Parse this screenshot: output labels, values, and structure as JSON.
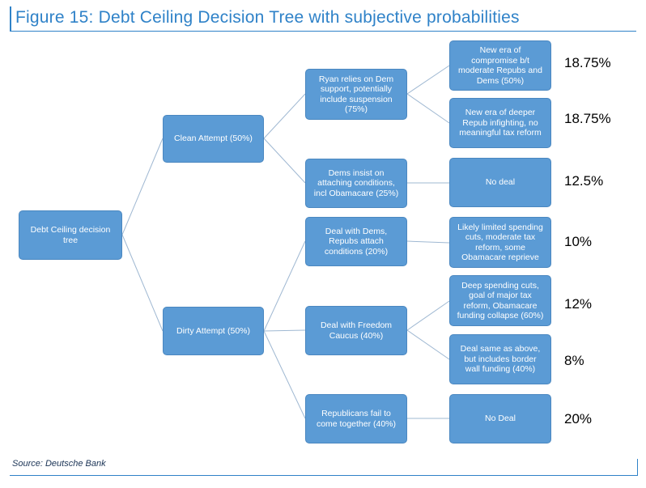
{
  "title": "Figure 15: Debt Ceiling Decision Tree with subjective probabilities",
  "source": "Source: Deutsche Bank",
  "colors": {
    "accent": "#2f82c8",
    "node_fill": "#5b9bd5",
    "node_text": "#ffffff",
    "connector": "#9fb8d2"
  },
  "nodes": {
    "root": "Debt Ceiling decision\ntree",
    "clean": "Clean Attempt (50%)",
    "dirty": "Dirty Attempt  (50%)",
    "ryan": "Ryan relies on Dem\nsupport, potentially\ninclude suspension\n(75%)",
    "dems_insist": "Dems insist on\nattaching conditions,\nincl Obamacare (25%)",
    "deal_dems": "Deal with Dems,\nRepubs attach\nconditions (20%)",
    "deal_freedom": "Deal with Freedom\nCaucus (40%)",
    "repubs_fail": "Republicans fail to\ncome together (40%)",
    "compromise": "New era of\ncompromise b/t\nmoderate Repubs and\nDems (50%)",
    "infighting": "New era of deeper\nRepub infighting, no\nmeaningful tax reform",
    "no_deal_1": "No deal",
    "limited_cuts": "Likely limited spending\ncuts, moderate tax\nreform, some\nObamacare reprieve",
    "deep_cuts": "Deep spending cuts,\ngoal of major tax\nreform, Obamacare\nfunding collapse (60%)",
    "border_wall": "Deal same as above,\nbut includes border\nwall funding (40%)",
    "no_deal_2": "No Deal"
  },
  "probabilities": {
    "compromise": "18.75%",
    "infighting": "18.75%",
    "no_deal_1": "12.5%",
    "limited_cuts": "10%",
    "deep_cuts": "12%",
    "border_wall": "8%",
    "no_deal_2": "20%"
  }
}
